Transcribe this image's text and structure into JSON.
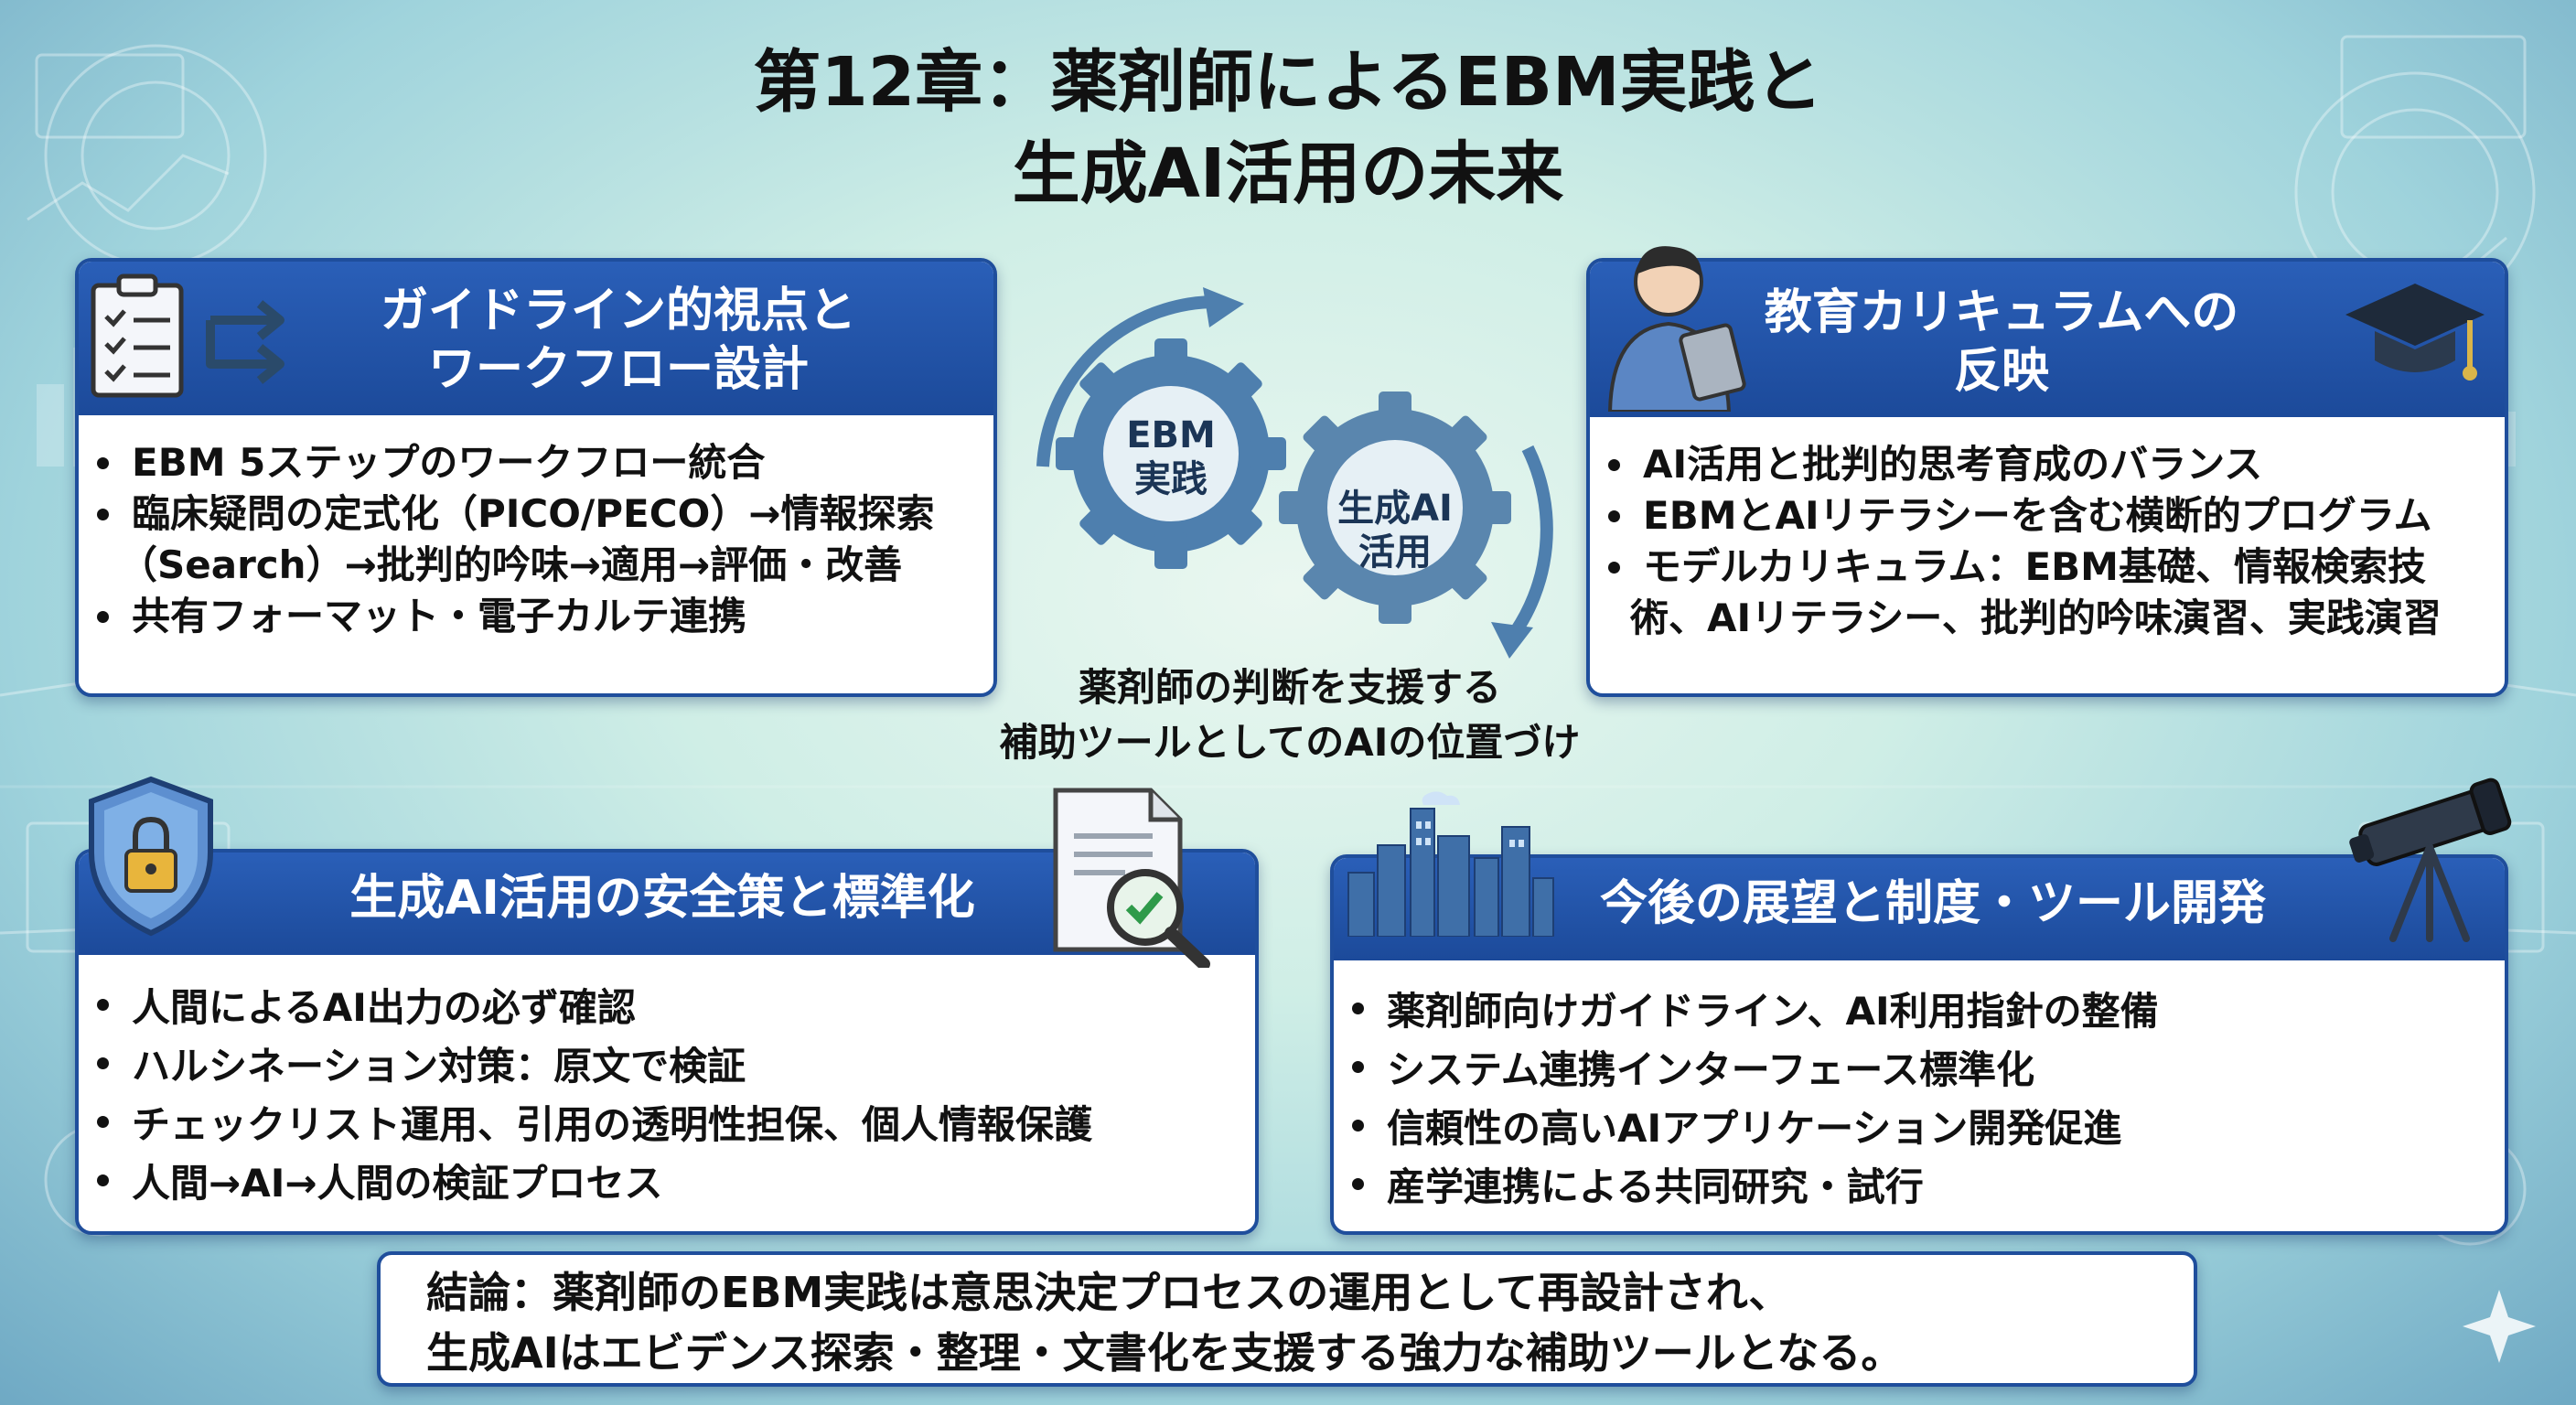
{
  "title": {
    "line1": "第12章：薬剤師によるEBM実践と",
    "line2": "生成AI活用の未来"
  },
  "panels": {
    "guideline": {
      "heading1": "ガイドライン的視点と",
      "heading2": "ワークフロー設計",
      "bullets": [
        "EBM 5ステップのワークフロー統合",
        "臨床疑問の定式化（PICO/PECO）→情報探索",
        "（Search）→批判的吟味→適用→評価・改善",
        "共有フォーマット・電子カルテ連携"
      ]
    },
    "education": {
      "heading1": "教育カリキュラムへの",
      "heading2": "反映",
      "bullets": [
        "AI活用と批判的思考育成のバランス",
        "EBMとAIリテラシーを含む横断的プログラム",
        "モデルカリキュラム：EBM基礎、情報検索技",
        "術、AIリテラシー、批判的吟味演習、実践演習"
      ]
    },
    "safety": {
      "heading": "生成AI活用の安全策と標準化",
      "bullets": [
        "人間によるAI出力の必ず確認",
        "ハルシネーション対策：原文で検証",
        "チェックリスト運用、引用の透明性担保、個人情報保護",
        "人間→AI→人間の検証プロセス"
      ]
    },
    "future": {
      "heading": "今後の展望と制度・ツール開発",
      "bullets": [
        "薬剤師向けガイドライン、AI利用指針の整備",
        "システム連携インターフェース標準化",
        "信頼性の高いAIアプリケーション開発促進",
        "産学連携による共同研究・試行"
      ]
    }
  },
  "center": {
    "gear1_line1": "EBM",
    "gear1_line2": "実践",
    "gear2_line1": "生成AI",
    "gear2_line2": "活用",
    "caption1": "薬剤師の判断を支援する",
    "caption2": "補助ツールとしてのAIの位置づけ"
  },
  "conclusion": {
    "line1": "結論：薬剤師のEBM実践は意思決定プロセスの運用として再設計され、",
    "line2": "生成AIはエビデンス探索・整理・文書化を支援する強力な補助ツールとなる。"
  },
  "icons": {
    "guideline": "checklist-icon",
    "guideline_arrow": "flow-arrows-icon",
    "education_person": "person-tablet-icon",
    "education_cap": "graduation-cap-icon",
    "safety": "shield-lock-icon",
    "safety_doc": "document-magnifier-icon",
    "future_city": "city-skyline-icon",
    "future_scope": "telescope-icon",
    "gears": "gear-icon",
    "sparkle": "sparkle-icon"
  },
  "colors": {
    "accent": "#1f4e9c",
    "header": "#2a5fb8",
    "gear": "#4e7fae"
  }
}
